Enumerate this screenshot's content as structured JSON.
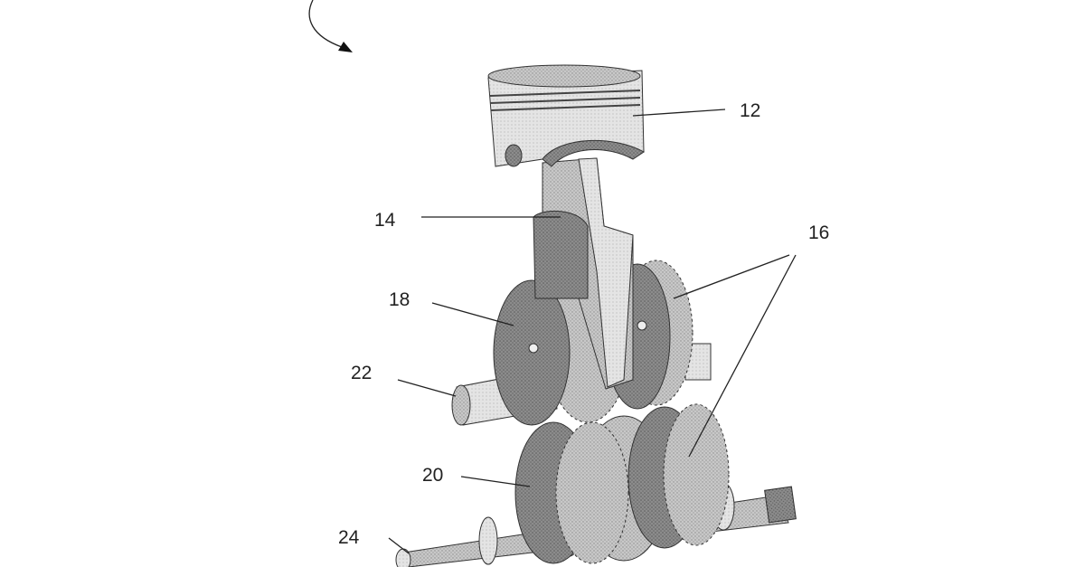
{
  "figure": {
    "callouts": [
      {
        "id": "piston",
        "label": "12"
      },
      {
        "id": "connecting-rod",
        "label": "14"
      },
      {
        "id": "gear-pair",
        "label": "16"
      },
      {
        "id": "upper-gear",
        "label": "18"
      },
      {
        "id": "lower-gear",
        "label": "20"
      },
      {
        "id": "upper-shaft",
        "label": "22"
      },
      {
        "id": "lower-shaft",
        "label": "24"
      }
    ],
    "colors": {
      "line": "#222222",
      "gear_dark": "#7a7a7a",
      "gear_light": "#bdbdbd",
      "metal": "#d6d6d6",
      "background": "#ffffff"
    }
  }
}
